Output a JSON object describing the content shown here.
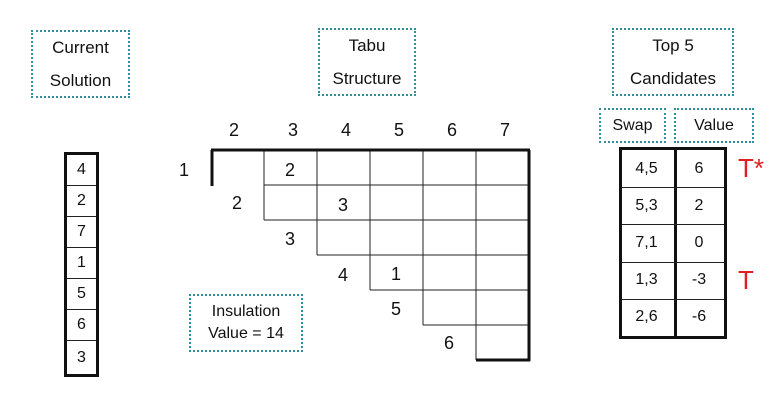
{
  "current_solution": {
    "title_lines": [
      "Current",
      "Solution"
    ],
    "values": [
      "4",
      "2",
      "7",
      "1",
      "5",
      "6",
      "3"
    ]
  },
  "tabu_structure": {
    "title_lines": [
      "Tabu",
      "Structure"
    ],
    "col_headers": [
      "2",
      "3",
      "4",
      "5",
      "6",
      "7"
    ],
    "row_headers": [
      "1",
      "2",
      "3",
      "4",
      "5",
      "6"
    ],
    "cell_values": [
      {
        "row": 1,
        "col": 3,
        "value": "2"
      },
      {
        "row": 2,
        "col": 4,
        "value": "3"
      },
      {
        "row": 4,
        "col": 5,
        "value": "1"
      }
    ]
  },
  "insulation": {
    "lines": [
      "Insulation",
      "Value = 14"
    ]
  },
  "top_candidates": {
    "title_lines": [
      "Top 5",
      "Candidates"
    ],
    "swap_header": "Swap",
    "value_header": "Value",
    "rows": [
      {
        "swap": "4,5",
        "value": "6",
        "mark": "T*"
      },
      {
        "swap": "5,3",
        "value": "2",
        "mark": ""
      },
      {
        "swap": "7,1",
        "value": "0",
        "mark": ""
      },
      {
        "swap": "1,3",
        "value": "-3",
        "mark": "T"
      },
      {
        "swap": "2,6",
        "value": "-6",
        "mark": ""
      }
    ],
    "mark_color": "#e02020",
    "box_border_color": "#2f8f9d"
  }
}
